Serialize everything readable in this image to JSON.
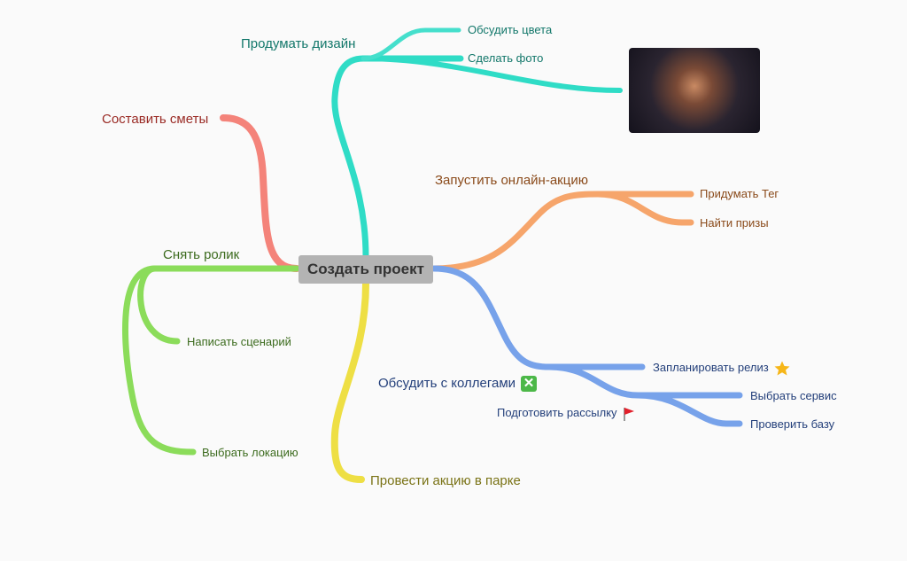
{
  "center": "Создать проект",
  "colors": {
    "teal": "#2fdcc6",
    "red": "#f4837a",
    "green": "#8bdc5a",
    "yellow": "#eedf44",
    "orange": "#f6a56b",
    "blue": "#77a2ea"
  },
  "branches": {
    "design": {
      "label": "Продумать дизайн",
      "children": [
        "Обсудить цвета",
        "Сделать фото"
      ]
    },
    "estimates": {
      "label": "Составить сметы"
    },
    "video": {
      "label": "Снять ролик",
      "children": [
        "Написать сценарий",
        "Выбрать локацию"
      ]
    },
    "park": {
      "label": "Провести акцию в парке"
    },
    "online": {
      "label": "Запустить онлайн-акцию",
      "children": [
        "Придумать Тег",
        "Найти призы"
      ]
    },
    "colleagues": {
      "label": "Обсудить с коллегами",
      "children": [
        "Запланировать релиз",
        "Выбрать сервис",
        "Проверить базу"
      ],
      "note": "Подготовить рассылку"
    }
  }
}
